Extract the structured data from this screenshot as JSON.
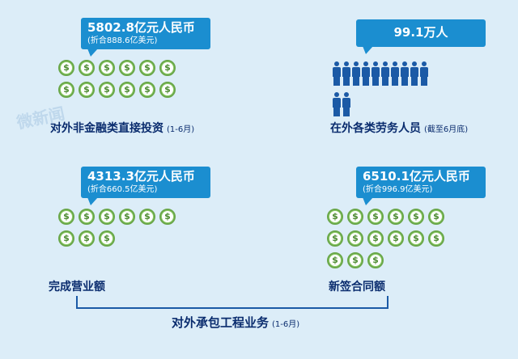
{
  "watermark": "微新闻",
  "top_left": {
    "main": "5802.8亿元人民币",
    "sub": "(折合888.6亿美元)",
    "coins": 12,
    "coin_symbol": "$",
    "caption": "对外非金融类直接投资",
    "caption_note": "(1-6月)"
  },
  "top_right": {
    "main": "99.1万人",
    "people": 12,
    "caption": "在外各类劳务人员",
    "caption_note": "(截至6月底)"
  },
  "bottom_left": {
    "main": "4313.3亿元人民币",
    "sub": "(折合660.5亿美元)",
    "coins": 9,
    "caption": "完成营业额"
  },
  "bottom_right": {
    "main": "6510.1亿元人民币",
    "sub": "(折合996.9亿美元)",
    "coins": 15,
    "caption": "新签合同额"
  },
  "footer": {
    "title": "对外承包工程业务",
    "note": "(1-6月)"
  },
  "colors": {
    "background": "#dcedf8",
    "bubble": "#1b8ed0",
    "coin": "#8fcd6b",
    "people": "#1b5aa6",
    "caption": "#0a2c6e"
  },
  "icons": [
    "dollar-coin-icon",
    "person-icon"
  ]
}
